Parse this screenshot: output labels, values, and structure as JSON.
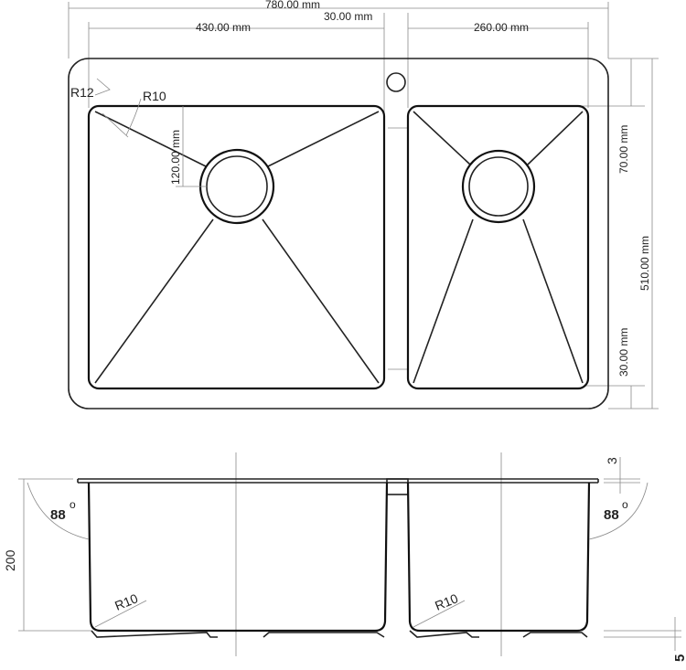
{
  "plan_view": {
    "dim_total_width": "780.00 mm",
    "dim_left_bowl_width": "430.00 mm",
    "dim_divider_width": "30.00 mm",
    "dim_right_bowl_width": "260.00 mm",
    "dim_total_depth": "510.00 mm",
    "dim_top_margin": "70.00 mm",
    "dim_bottom_margin": "30.00 mm",
    "dim_drain_offset": "120.00 mm",
    "label_outer_radius": "R12",
    "label_inner_radius": "R10"
  },
  "section_view": {
    "label_height": "200",
    "label_left_angle": "88",
    "label_right_angle": "88",
    "label_degree_symbol": "o",
    "label_flange_thickness": "3",
    "label_base_offset": "5",
    "label_left_bottom_radius": "R10",
    "label_right_bottom_radius": "R10"
  }
}
